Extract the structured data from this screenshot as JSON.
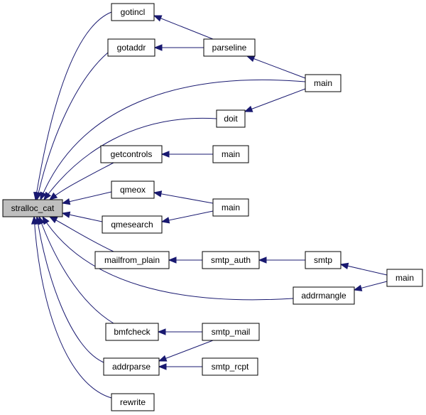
{
  "graph": {
    "edge_color": "#191970",
    "root_fill": "#bfbfbf",
    "nodes": {
      "stralloc_cat": "stralloc_cat",
      "gotincl": "gotincl",
      "gotaddr": "gotaddr",
      "parseline": "parseline",
      "main_1": "main",
      "doit": "doit",
      "getcontrols": "getcontrols",
      "main_2": "main",
      "qmeox": "qmeox",
      "main_3": "main",
      "qmesearch": "qmesearch",
      "mailfrom_plain": "mailfrom_plain",
      "smtp_auth": "smtp_auth",
      "smtp": "smtp",
      "main_4": "main",
      "addrmangle": "addrmangle",
      "bmfcheck": "bmfcheck",
      "smtp_mail": "smtp_mail",
      "addrparse": "addrparse",
      "smtp_rcpt": "smtp_rcpt",
      "rewrite": "rewrite"
    },
    "edges": [
      {
        "from": "gotincl",
        "to": "stralloc_cat"
      },
      {
        "from": "gotaddr",
        "to": "stralloc_cat"
      },
      {
        "from": "main_1",
        "to": "stralloc_cat"
      },
      {
        "from": "doit",
        "to": "stralloc_cat"
      },
      {
        "from": "getcontrols",
        "to": "stralloc_cat"
      },
      {
        "from": "qmeox",
        "to": "stralloc_cat"
      },
      {
        "from": "qmesearch",
        "to": "stralloc_cat"
      },
      {
        "from": "mailfrom_plain",
        "to": "stralloc_cat"
      },
      {
        "from": "addrmangle",
        "to": "stralloc_cat"
      },
      {
        "from": "bmfcheck",
        "to": "stralloc_cat"
      },
      {
        "from": "addrparse",
        "to": "stralloc_cat"
      },
      {
        "from": "rewrite",
        "to": "stralloc_cat"
      },
      {
        "from": "parseline",
        "to": "gotincl"
      },
      {
        "from": "parseline",
        "to": "gotaddr"
      },
      {
        "from": "main_1",
        "to": "parseline"
      },
      {
        "from": "main_1",
        "to": "doit"
      },
      {
        "from": "main_2",
        "to": "getcontrols"
      },
      {
        "from": "main_3",
        "to": "qmeox"
      },
      {
        "from": "main_3",
        "to": "qmesearch"
      },
      {
        "from": "smtp_auth",
        "to": "mailfrom_plain"
      },
      {
        "from": "smtp",
        "to": "smtp_auth"
      },
      {
        "from": "main_4",
        "to": "smtp"
      },
      {
        "from": "main_4",
        "to": "addrmangle"
      },
      {
        "from": "smtp_mail",
        "to": "bmfcheck"
      },
      {
        "from": "smtp_mail",
        "to": "addrparse"
      },
      {
        "from": "smtp_rcpt",
        "to": "addrparse"
      }
    ]
  }
}
